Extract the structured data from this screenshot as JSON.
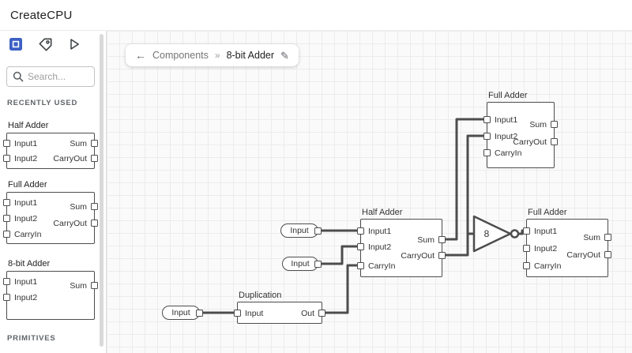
{
  "header": {
    "title": "CreateCPU"
  },
  "colors": {
    "accent_blue": "#3c61c4",
    "wire": "#4d4d4d",
    "canvas_bg": "#fafafa"
  },
  "sidebar": {
    "tabs": [
      {
        "name": "components",
        "selected": true
      },
      {
        "name": "labels",
        "selected": false
      },
      {
        "name": "run",
        "selected": false
      }
    ],
    "search": {
      "placeholder": "Search..."
    },
    "section_recent": "RECENTLY USED",
    "section_primitives": "PRIMITIVES",
    "recent": [
      {
        "title": "Half Adder",
        "left_ports": [
          "Input1",
          "Input2"
        ],
        "right_ports": [
          "Sum",
          "CarryOut"
        ]
      },
      {
        "title": "Full Adder",
        "left_ports": [
          "Input1",
          "Input2",
          "CarryIn"
        ],
        "right_ports": [
          "Sum",
          "CarryOut"
        ]
      },
      {
        "title": "8-bit Adder",
        "left_ports": [
          "Input1",
          "Input2"
        ],
        "right_ports": [
          "Sum"
        ]
      }
    ]
  },
  "breadcrumb": {
    "back_glyph": "←",
    "parent": "Components",
    "separator": "»",
    "current": "8-bit Adder",
    "edit_glyph": "✎"
  },
  "canvas": {
    "nodes": {
      "full_adder_top": {
        "title": "Full Adder",
        "left_ports": [
          "Input1",
          "Input2",
          "CarryIn"
        ],
        "right_ports": [
          "Sum",
          "CarryOut"
        ]
      },
      "half_adder": {
        "title": "Half Adder",
        "left_ports": [
          "Input1",
          "Input2",
          "CarryIn"
        ],
        "right_ports": [
          "Sum",
          "CarryOut"
        ]
      },
      "full_adder_right": {
        "title": "Full Adder",
        "left_ports": [
          "Input1",
          "Input2",
          "CarryIn"
        ],
        "right_ports": [
          "Sum",
          "CarryOut"
        ]
      },
      "duplication": {
        "title": "Duplication",
        "left_ports": [
          "Input"
        ],
        "right_ports": [
          "Out"
        ]
      },
      "not_gate": {
        "label": "8"
      },
      "input_pills": [
        {
          "label": "Input"
        },
        {
          "label": "Input"
        },
        {
          "label": "Input"
        }
      ]
    }
  }
}
